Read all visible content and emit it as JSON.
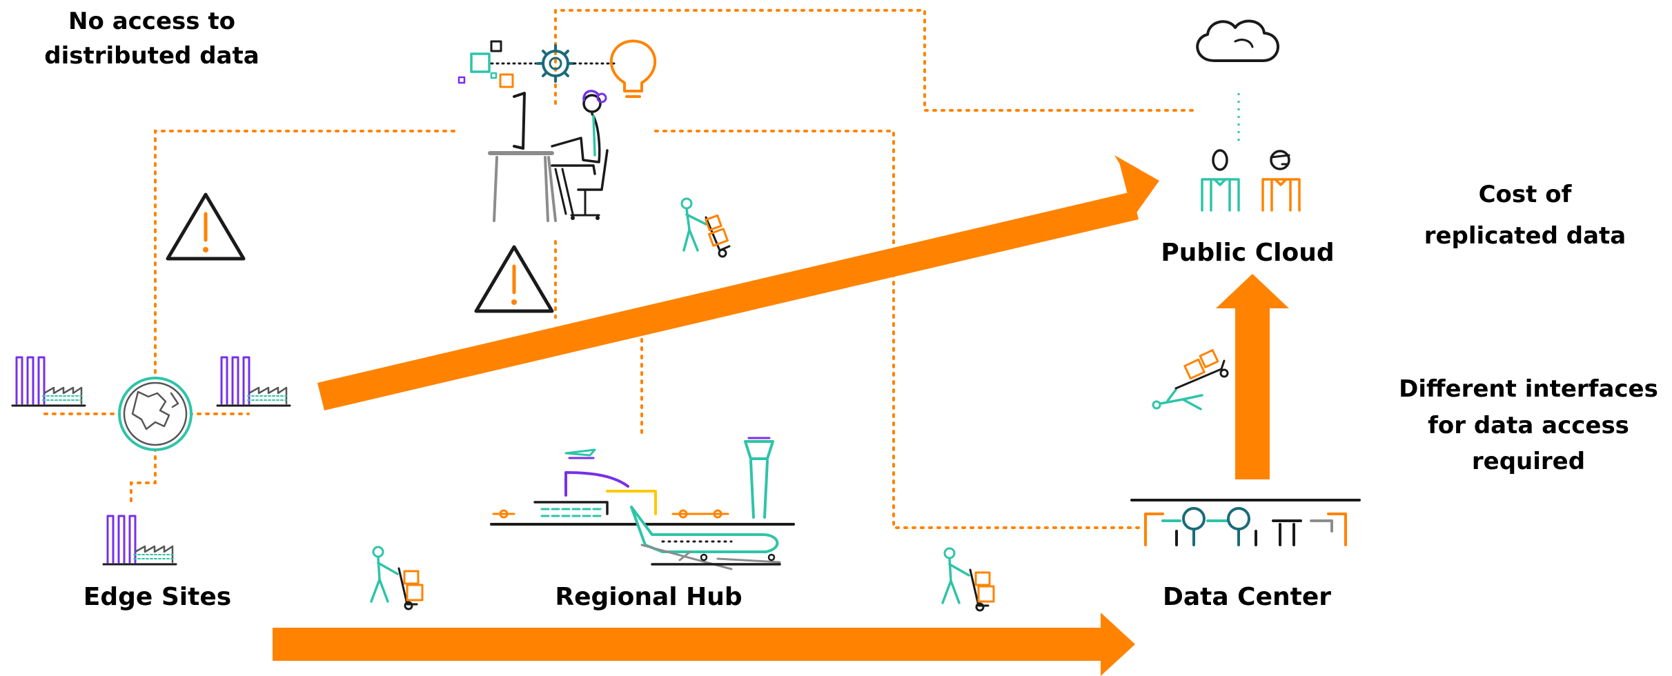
{
  "colors": {
    "orange": "#ff8300",
    "teal": "#2ec4a8",
    "purple": "#7630ea",
    "yellow": "#fec901",
    "dark": "#1a1a1a",
    "gray": "#8c8c8c"
  },
  "labels": {
    "no_access_line1": "No access to",
    "no_access_line2": "distributed data",
    "cost_line1": "Cost of",
    "cost_line2": "replicated data",
    "interfaces_line1": "Different interfaces",
    "interfaces_line2": "for data access",
    "interfaces_line3": "required",
    "edge_sites": "Edge Sites",
    "regional_hub": "Regional Hub",
    "data_center": "Data Center",
    "public_cloud": "Public Cloud"
  },
  "icons": [
    "cloud-icon",
    "users-icon",
    "data-center-icon",
    "airport-icon",
    "globe-icon",
    "factory-icon",
    "warning-icon",
    "office-worker-icon",
    "process-flow-icon",
    "lightbulb-icon",
    "delivery-worker-icon"
  ]
}
